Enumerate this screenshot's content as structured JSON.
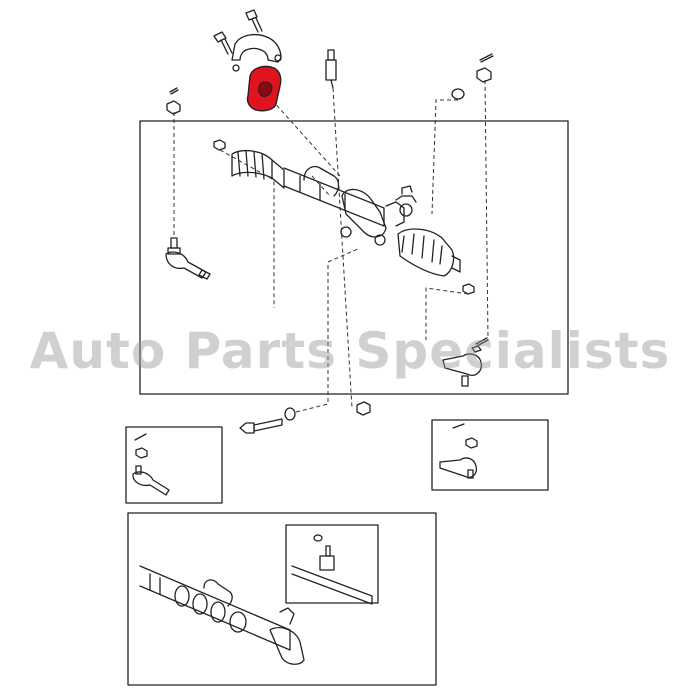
{
  "watermark": {
    "text": "Auto Parts Specialists"
  },
  "colors": {
    "highlight_part": "#e0141e",
    "line": "#222222",
    "dash": "#333333",
    "background": "#ffffff",
    "watermark": "#999999"
  },
  "parts": {
    "highlighted": "rack-bushing",
    "depicted": [
      "steering-rack",
      "tie-rod-end-left",
      "tie-rod-end-right",
      "bushing-bracket",
      "mounting-bolt",
      "nut",
      "washer",
      "cotter-pin"
    ]
  }
}
